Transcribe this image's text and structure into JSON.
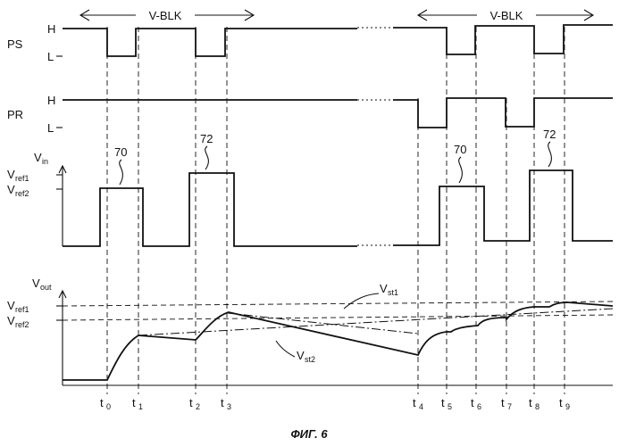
{
  "signals": {
    "ps": "PS",
    "pr": "PR",
    "level_h": "H",
    "level_l": "L",
    "vin": "V",
    "vin_sub": "in",
    "vout": "V",
    "vout_sub": "out",
    "vref1": "V",
    "vref1_sub": "ref1",
    "vref2": "V",
    "vref2_sub": "ref2"
  },
  "annotations": {
    "vblk": "V-BLK",
    "ref70": "70",
    "ref72": "72",
    "vst1": "V",
    "vst1_sub": "st1",
    "vst2": "V",
    "vst2_sub": "st2"
  },
  "times": [
    {
      "t": "t",
      "n": "0"
    },
    {
      "t": "t",
      "n": "1"
    },
    {
      "t": "t",
      "n": "2"
    },
    {
      "t": "t",
      "n": "3"
    },
    {
      "t": "t",
      "n": "4"
    },
    {
      "t": "t",
      "n": "5"
    },
    {
      "t": "t",
      "n": "6"
    },
    {
      "t": "t",
      "n": "7"
    },
    {
      "t": "t",
      "n": "8"
    },
    {
      "t": "t",
      "n": "9"
    }
  ],
  "caption": "ФИГ. 6",
  "colors": {
    "line": "#111111",
    "background": "#ffffff"
  }
}
